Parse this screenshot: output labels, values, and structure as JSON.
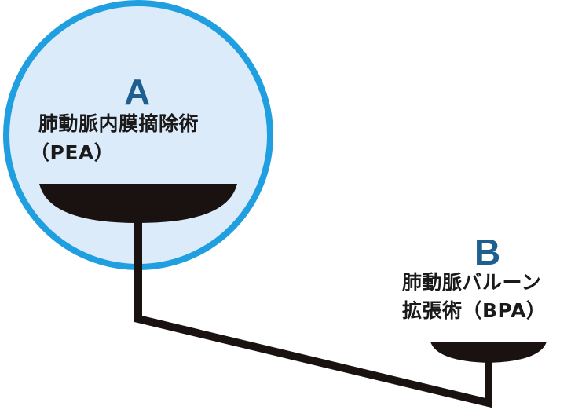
{
  "colors": {
    "accent_blue": "#1f9ee0",
    "letter_blue": "#1f5f8f",
    "circle_fill": "#dcebf9",
    "dish": "#1a1210"
  },
  "option_a": {
    "letter": "A",
    "line1": "肺動脈内膜摘除術",
    "line2": "（PEA）"
  },
  "option_b": {
    "letter": "B",
    "line1": "肺動脈バルーン",
    "line2": "拡張術（BPA）"
  }
}
